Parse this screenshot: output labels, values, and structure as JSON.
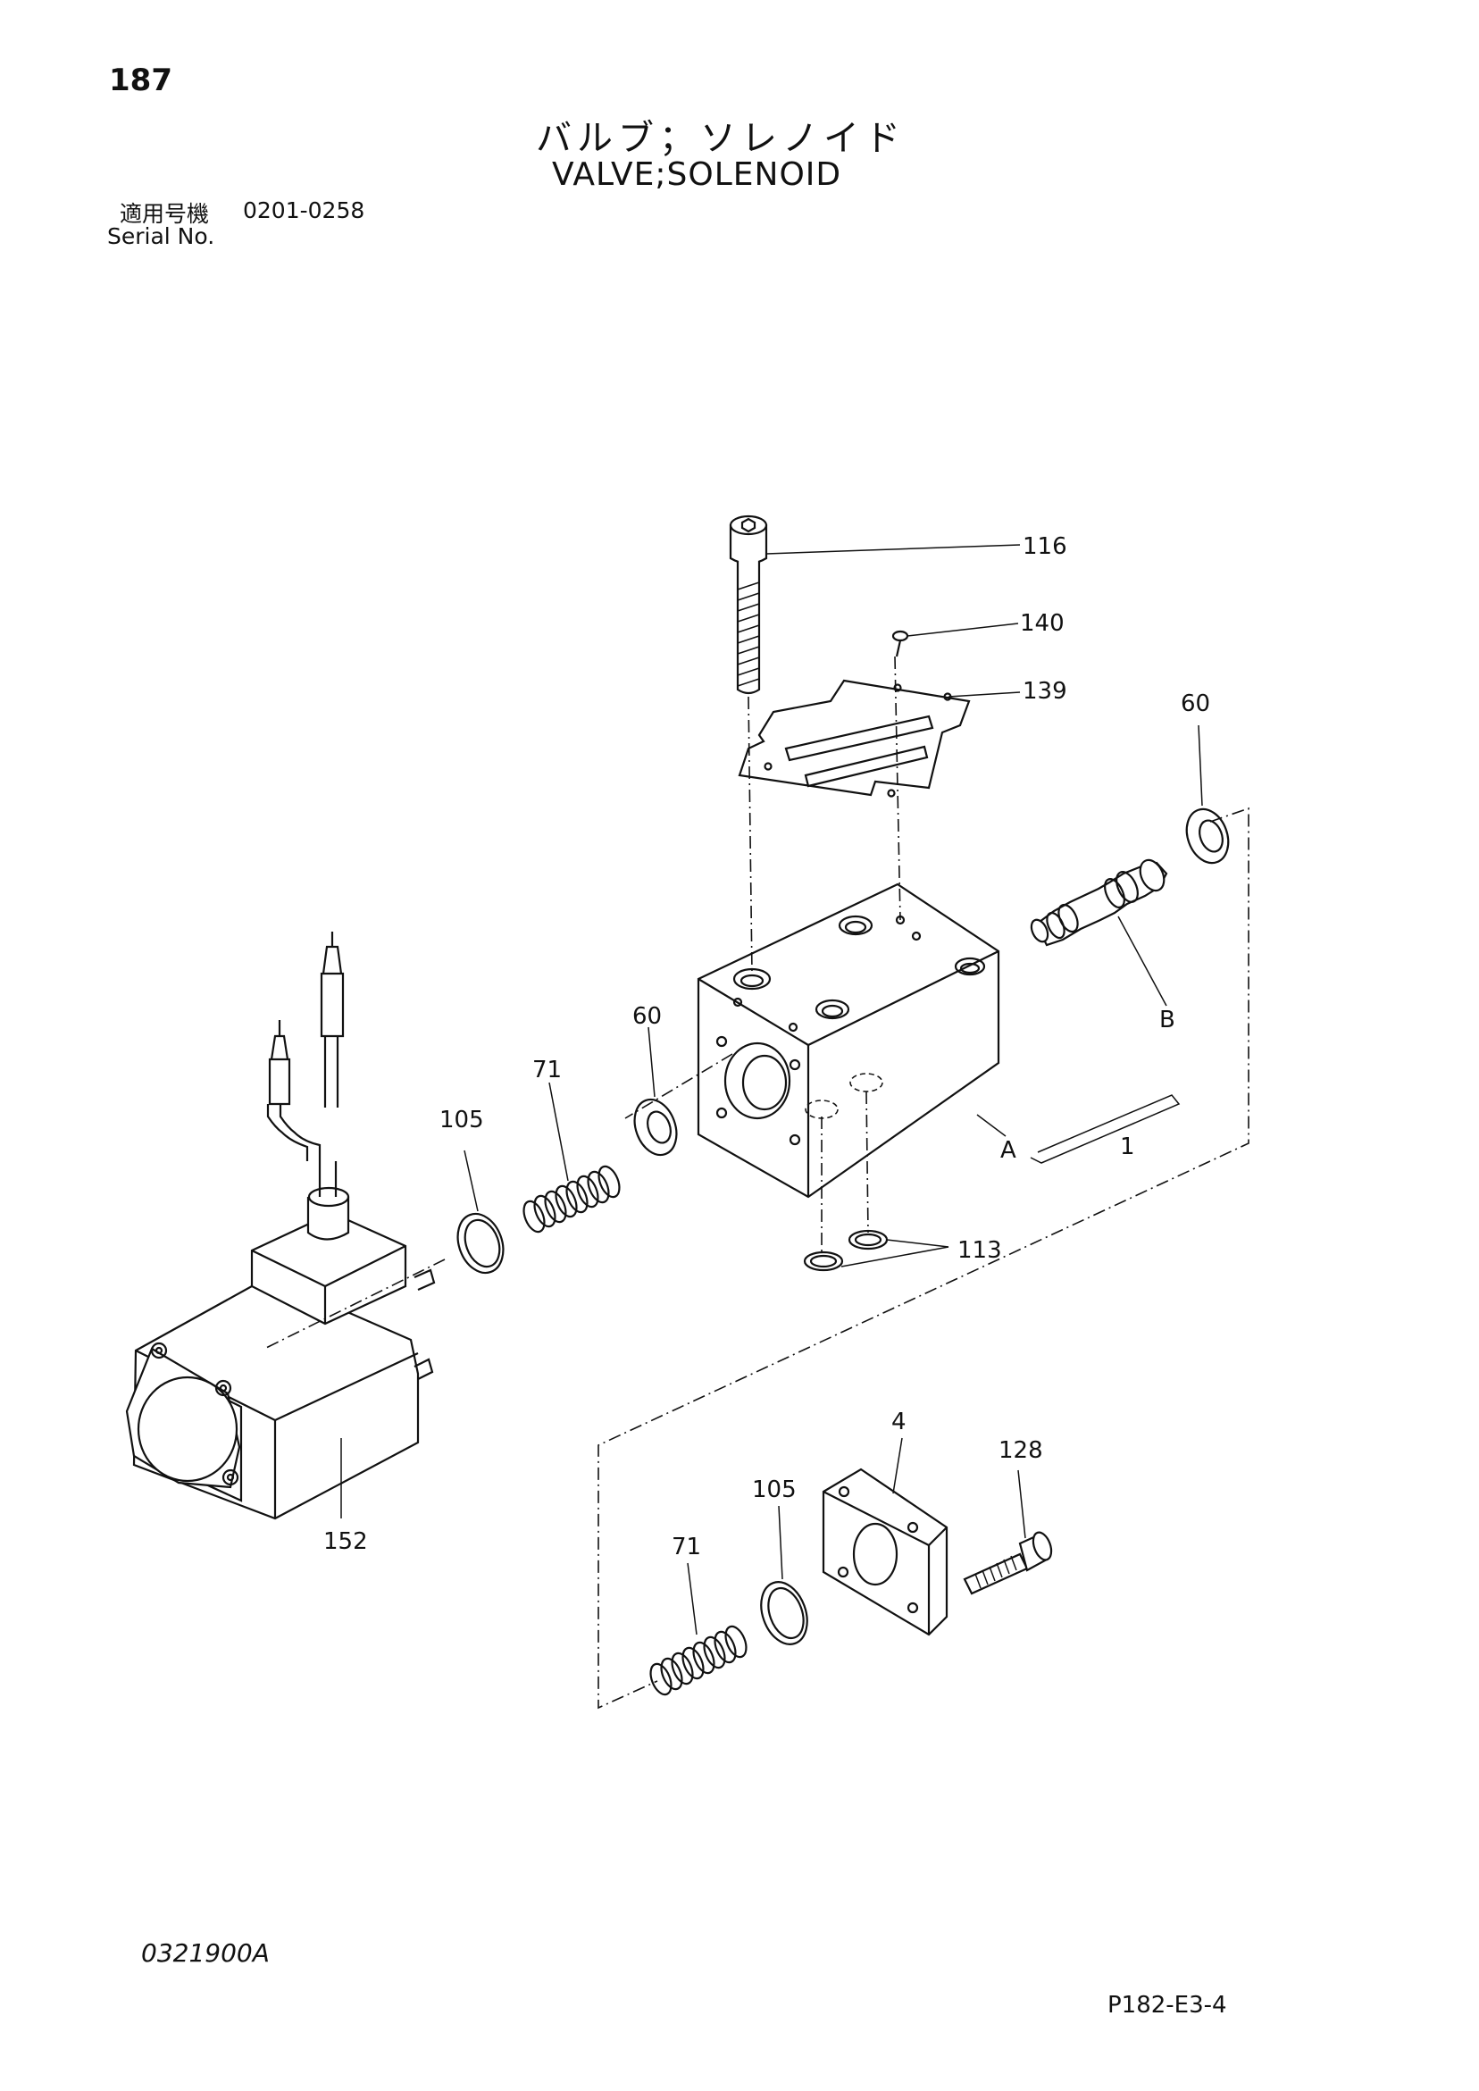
{
  "header": {
    "page_number": "187",
    "title_jp": "バルブ；ソレノイド",
    "title_en": "VALVE;SOLENOID",
    "serial_label_jp": "適用号機",
    "serial_range": "0201-0258",
    "serial_label_en": "Serial No."
  },
  "callouts": {
    "c116": "116",
    "c140": "140",
    "c139": "139",
    "c60_top": "60",
    "c60_mid": "60",
    "c71_upper": "71",
    "c105_upper": "105",
    "cB": "B",
    "cA": "A",
    "c1": "1",
    "c113": "113",
    "c4": "4",
    "c128": "128",
    "c105_lower": "105",
    "c71_lower": "71",
    "c152": "152"
  },
  "footer": {
    "drawing_code": "0321900A",
    "page_ref": "P182-E3-4"
  }
}
